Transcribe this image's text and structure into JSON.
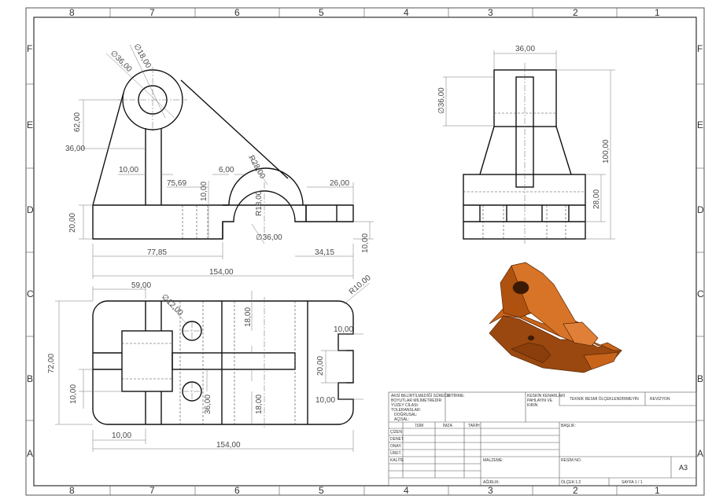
{
  "zones": {
    "columns": [
      "8",
      "7",
      "6",
      "5",
      "4",
      "3",
      "2",
      "1"
    ],
    "rows": [
      "F",
      "E",
      "D",
      "C",
      "B",
      "A"
    ]
  },
  "front_view": {
    "dim_hole_outer": "∅36,00",
    "dim_hole_inner": "∅18,00",
    "dim_62": "62,00",
    "dim_36": "36,00",
    "dim_10": "10,00",
    "dim_6": "6,00",
    "dim_r28": "R28,00",
    "dim_75_69": "75,69",
    "dim_10b": "10,00",
    "dim_26": "26,00",
    "dim_20": "20,00",
    "dim_r18": "R18,00",
    "dim_bore": "∅36,00",
    "dim_77_85": "77,85",
    "dim_34_15": "34,15",
    "dim_10c": "10,00",
    "dim_154": "154,00"
  },
  "side_view": {
    "dim_36": "36,00",
    "dim_dia36": "∅36,00",
    "dim_100": "100,00",
    "dim_28": "28,00"
  },
  "top_view": {
    "dim_59": "59,00",
    "dim_dia12": "∅12,00",
    "dim_r10": "R10,00",
    "dim_18a": "18,00",
    "dim_72": "72,00",
    "dim_10a": "10,00",
    "dim_10b": "10,00",
    "dim_20": "20,00",
    "dim_10c": "10,00",
    "dim_36": "36,00",
    "dim_18b": "18,00",
    "dim_10d": "10,00",
    "dim_154": "154,00"
  },
  "title_block": {
    "notes": [
      "AKSİ BELİRTİLMEDİĞİ SÜRECE:",
      "BOYUTLAR MİLİMETREDİR",
      "YÜZEY CİLASI:",
      "TOLERANSLAR:",
      "DOĞRUSAL:",
      "AÇISAL:"
    ],
    "bitirme": "BİTİRME:",
    "edge_note": [
      "KESKİN KENARLARI",
      "PAHLAYIN VE",
      "KIRIN"
    ],
    "no_scale": "TEKNİK RESMİ ÖLÇEKLENDİRMEYİN",
    "revizyon": "REVİZYON",
    "col_isim": "İSİM",
    "col_imza": "İMZA",
    "col_tarih": "TARİH",
    "rows": [
      "ÇİZEN",
      "DENET.",
      "ONAY.",
      "ÜRET.",
      "KALİTE"
    ],
    "baslik": "BAŞLIK:",
    "malzeme": "MALZEME:",
    "resim_no": "RESİM NO.",
    "size": "A3",
    "agirlik": "AĞIRLIK:",
    "olcek": "ÖLÇEK:1:2",
    "sayfa": "SAYFA 1 / 1"
  },
  "colors": {
    "line": "#111111",
    "dimension": "#777777",
    "model_orange": "#c8641a",
    "model_dark": "#7a3608"
  }
}
